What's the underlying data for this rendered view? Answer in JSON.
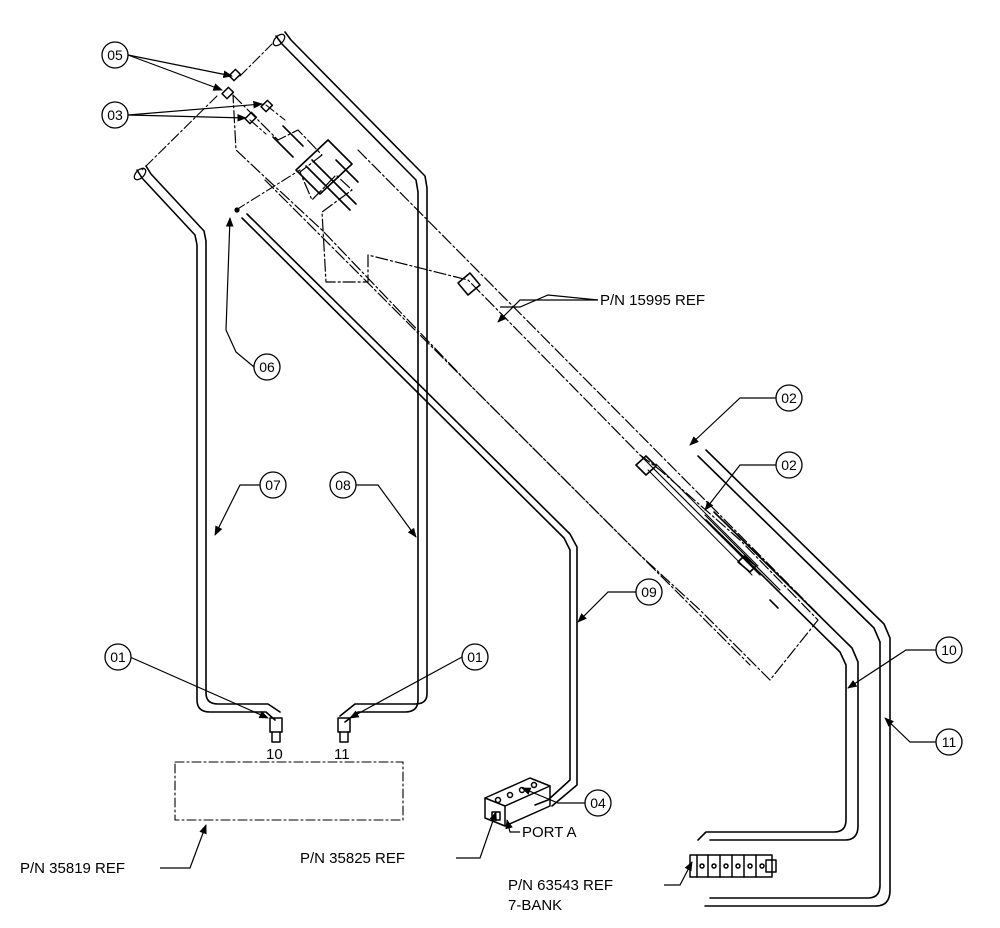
{
  "balloons": [
    {
      "id": "b05",
      "label": "05"
    },
    {
      "id": "b03",
      "label": "03"
    },
    {
      "id": "b06",
      "label": "06"
    },
    {
      "id": "b07",
      "label": "07"
    },
    {
      "id": "b08",
      "label": "08"
    },
    {
      "id": "b02a",
      "label": "02"
    },
    {
      "id": "b02b",
      "label": "02"
    },
    {
      "id": "b09",
      "label": "09"
    },
    {
      "id": "b10",
      "label": "10"
    },
    {
      "id": "b11",
      "label": "11"
    },
    {
      "id": "b01a",
      "label": "01"
    },
    {
      "id": "b01b",
      "label": "01"
    },
    {
      "id": "b04",
      "label": "04"
    }
  ],
  "refs": {
    "pn_15995": "P/N 15995 REF",
    "pn_35819": "P/N 35819 REF",
    "pn_35825": "P/N 35825 REF",
    "pn_63543": "P/N 63543 REF",
    "bank_note": "7-BANK",
    "port_a": "PORT A"
  },
  "port_labels": {
    "port_10": "10",
    "port_11": "11"
  }
}
